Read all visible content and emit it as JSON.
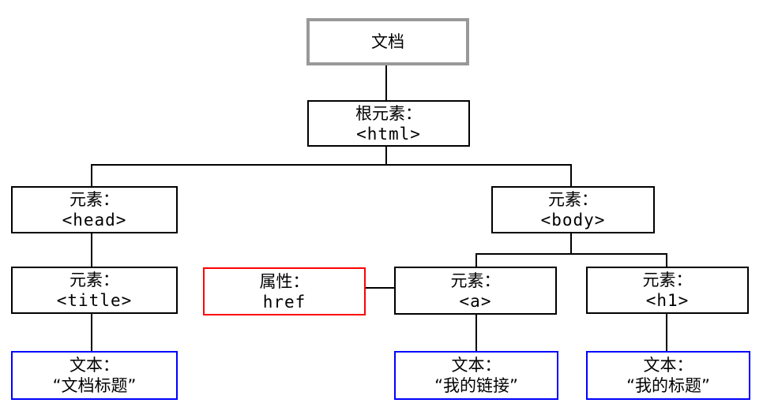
{
  "diagram": {
    "type": "dom-tree",
    "background": "#ffffff",
    "line_color": "#000000",
    "colors": {
      "document_border": "#999999",
      "element_border": "#000000",
      "attribute_border": "#ff0000",
      "text_border": "#0000ff"
    },
    "nodes": {
      "document": {
        "label": "文档",
        "border_color": "#999999"
      },
      "html": {
        "line1": "根元素：",
        "line2": "<html>",
        "border_color": "#000000"
      },
      "head": {
        "line1": "元素：",
        "line2": "<head>",
        "border_color": "#000000"
      },
      "body": {
        "line1": "元素：",
        "line2": "<body>",
        "border_color": "#000000"
      },
      "title": {
        "line1": "元素：",
        "line2": "<title>",
        "border_color": "#000000"
      },
      "href": {
        "line1": "属性：",
        "line2": "href",
        "border_color": "#ff0000"
      },
      "a": {
        "line1": "元素：",
        "line2": "<a>",
        "border_color": "#000000"
      },
      "h1": {
        "line1": "元素：",
        "line2": "<h1>",
        "border_color": "#000000"
      },
      "text_title": {
        "line1": "文本：",
        "line2": "“文档标题”",
        "border_color": "#0000ff"
      },
      "text_link": {
        "line1": "文本：",
        "line2": "“我的链接”",
        "border_color": "#0000ff"
      },
      "text_heading": {
        "line1": "文本：",
        "line2": "“我的标题”",
        "border_color": "#0000ff"
      }
    },
    "edges": [
      "document-html",
      "html-head",
      "html-body",
      "head-title",
      "title-text_title",
      "body-a",
      "body-h1",
      "href-a",
      "a-text_link",
      "h1-text_heading"
    ]
  }
}
